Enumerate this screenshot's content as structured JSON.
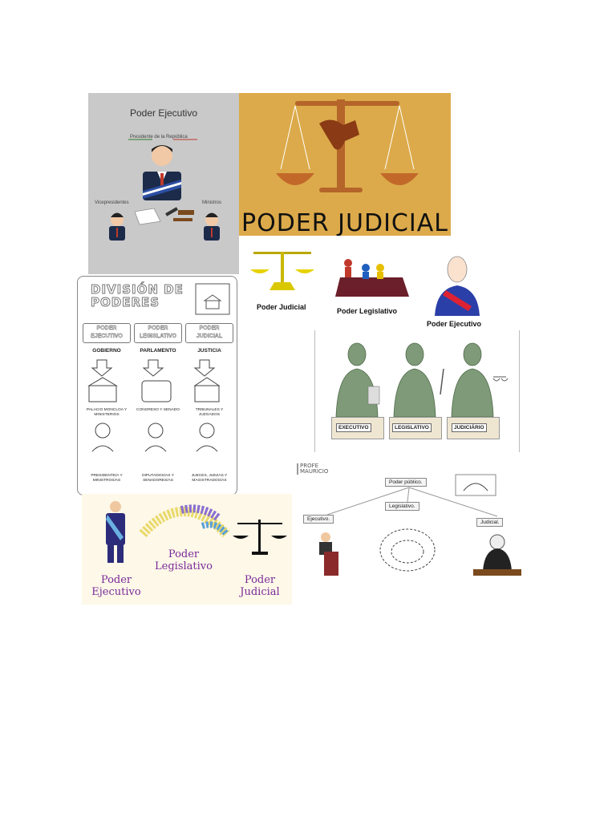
{
  "panels": {
    "ejecutivo_card": {
      "title": "Poder Ejecutivo",
      "president_label": "Presidente de la República",
      "vice_label": "Vicepresidentes",
      "ministers_label": "Ministros"
    },
    "judicial_banner": {
      "title": "PODER JUDICIAL"
    },
    "division_poster": {
      "heading_line1": "DIVISIÓN DE",
      "heading_line2": "PODERES",
      "columns": [
        {
          "box": "PODER EJECUTIVO",
          "sub": "GOBIERNO",
          "building": "PALACIO MONCLOA Y MINISTERIOS",
          "people": "PRESIDENTE/A Y MINISTROS/AS"
        },
        {
          "box": "PODER LEGISLATIVO",
          "sub": "PARLAMENTO",
          "building": "CONGRESO Y SENADO",
          "people": "DIPUTADOS/AS Y SENADORES/AS"
        },
        {
          "box": "PODER JUDICIAL",
          "sub": "JUSTICIA",
          "building": "TRIBUNALES Y JUZGADOS",
          "people": "JUECES, JUEZAS Y MAGISTRADOS/AS"
        }
      ]
    },
    "icons_row": {
      "labels": [
        "Poder Judicial",
        "Poder Legislativo",
        "Poder Ejecutivo"
      ]
    },
    "statues": {
      "plaques": [
        "EXECUTIVO",
        "LEGISLATIVO",
        "JUDICIÁRIO"
      ]
    },
    "colorful": {
      "ejecutivo": "Poder Ejecutivo",
      "legislativo": "Poder Legislativo",
      "judicial": "Poder Judicial"
    },
    "poder_publico": {
      "brand": "PROFE MAURICIO",
      "root": "Poder público.",
      "branches": [
        "Ejecutivo.",
        "Legislativo.",
        "Judicial."
      ]
    }
  },
  "colors": {
    "gold_bg": "#dcaa4a",
    "gray_bg": "#c9c9c9",
    "purple_text": "#7a2a9a",
    "cream_bg": "#fdf8e8"
  }
}
